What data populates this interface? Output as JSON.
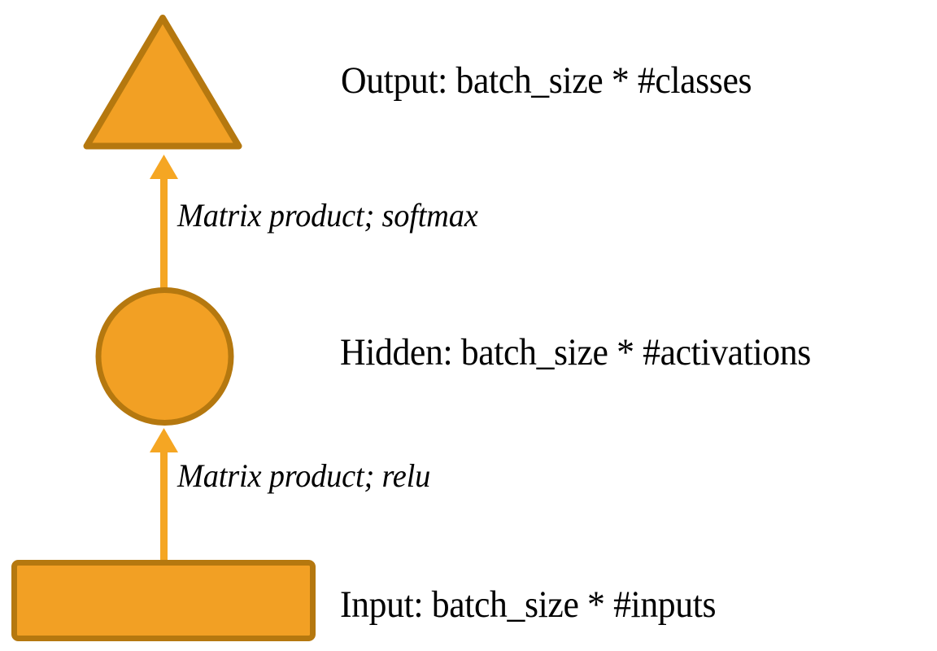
{
  "diagram": {
    "title": "Neural network layer diagram",
    "colors": {
      "shape_fill": "#F2A024",
      "shape_stroke": "#B5780F",
      "arrow": "#F5A623",
      "text": "#000000",
      "background": "#FFFFFF"
    },
    "nodes": [
      {
        "id": "output",
        "shape": "triangle",
        "label": "Output: batch_size * #classes",
        "icon": "triangle-shape"
      },
      {
        "id": "hidden",
        "shape": "circle",
        "label": "Hidden: batch_size * #activations",
        "icon": "circle-shape"
      },
      {
        "id": "input",
        "shape": "rectangle",
        "label": "Input: batch_size * #inputs",
        "icon": "rectangle-shape"
      }
    ],
    "edges": [
      {
        "id": "hidden-to-output",
        "from": "hidden",
        "to": "output",
        "label": "Matrix product; softmax",
        "direction": "up"
      },
      {
        "id": "input-to-hidden",
        "from": "input",
        "to": "hidden",
        "label": "Matrix product; relu",
        "direction": "up"
      }
    ]
  }
}
